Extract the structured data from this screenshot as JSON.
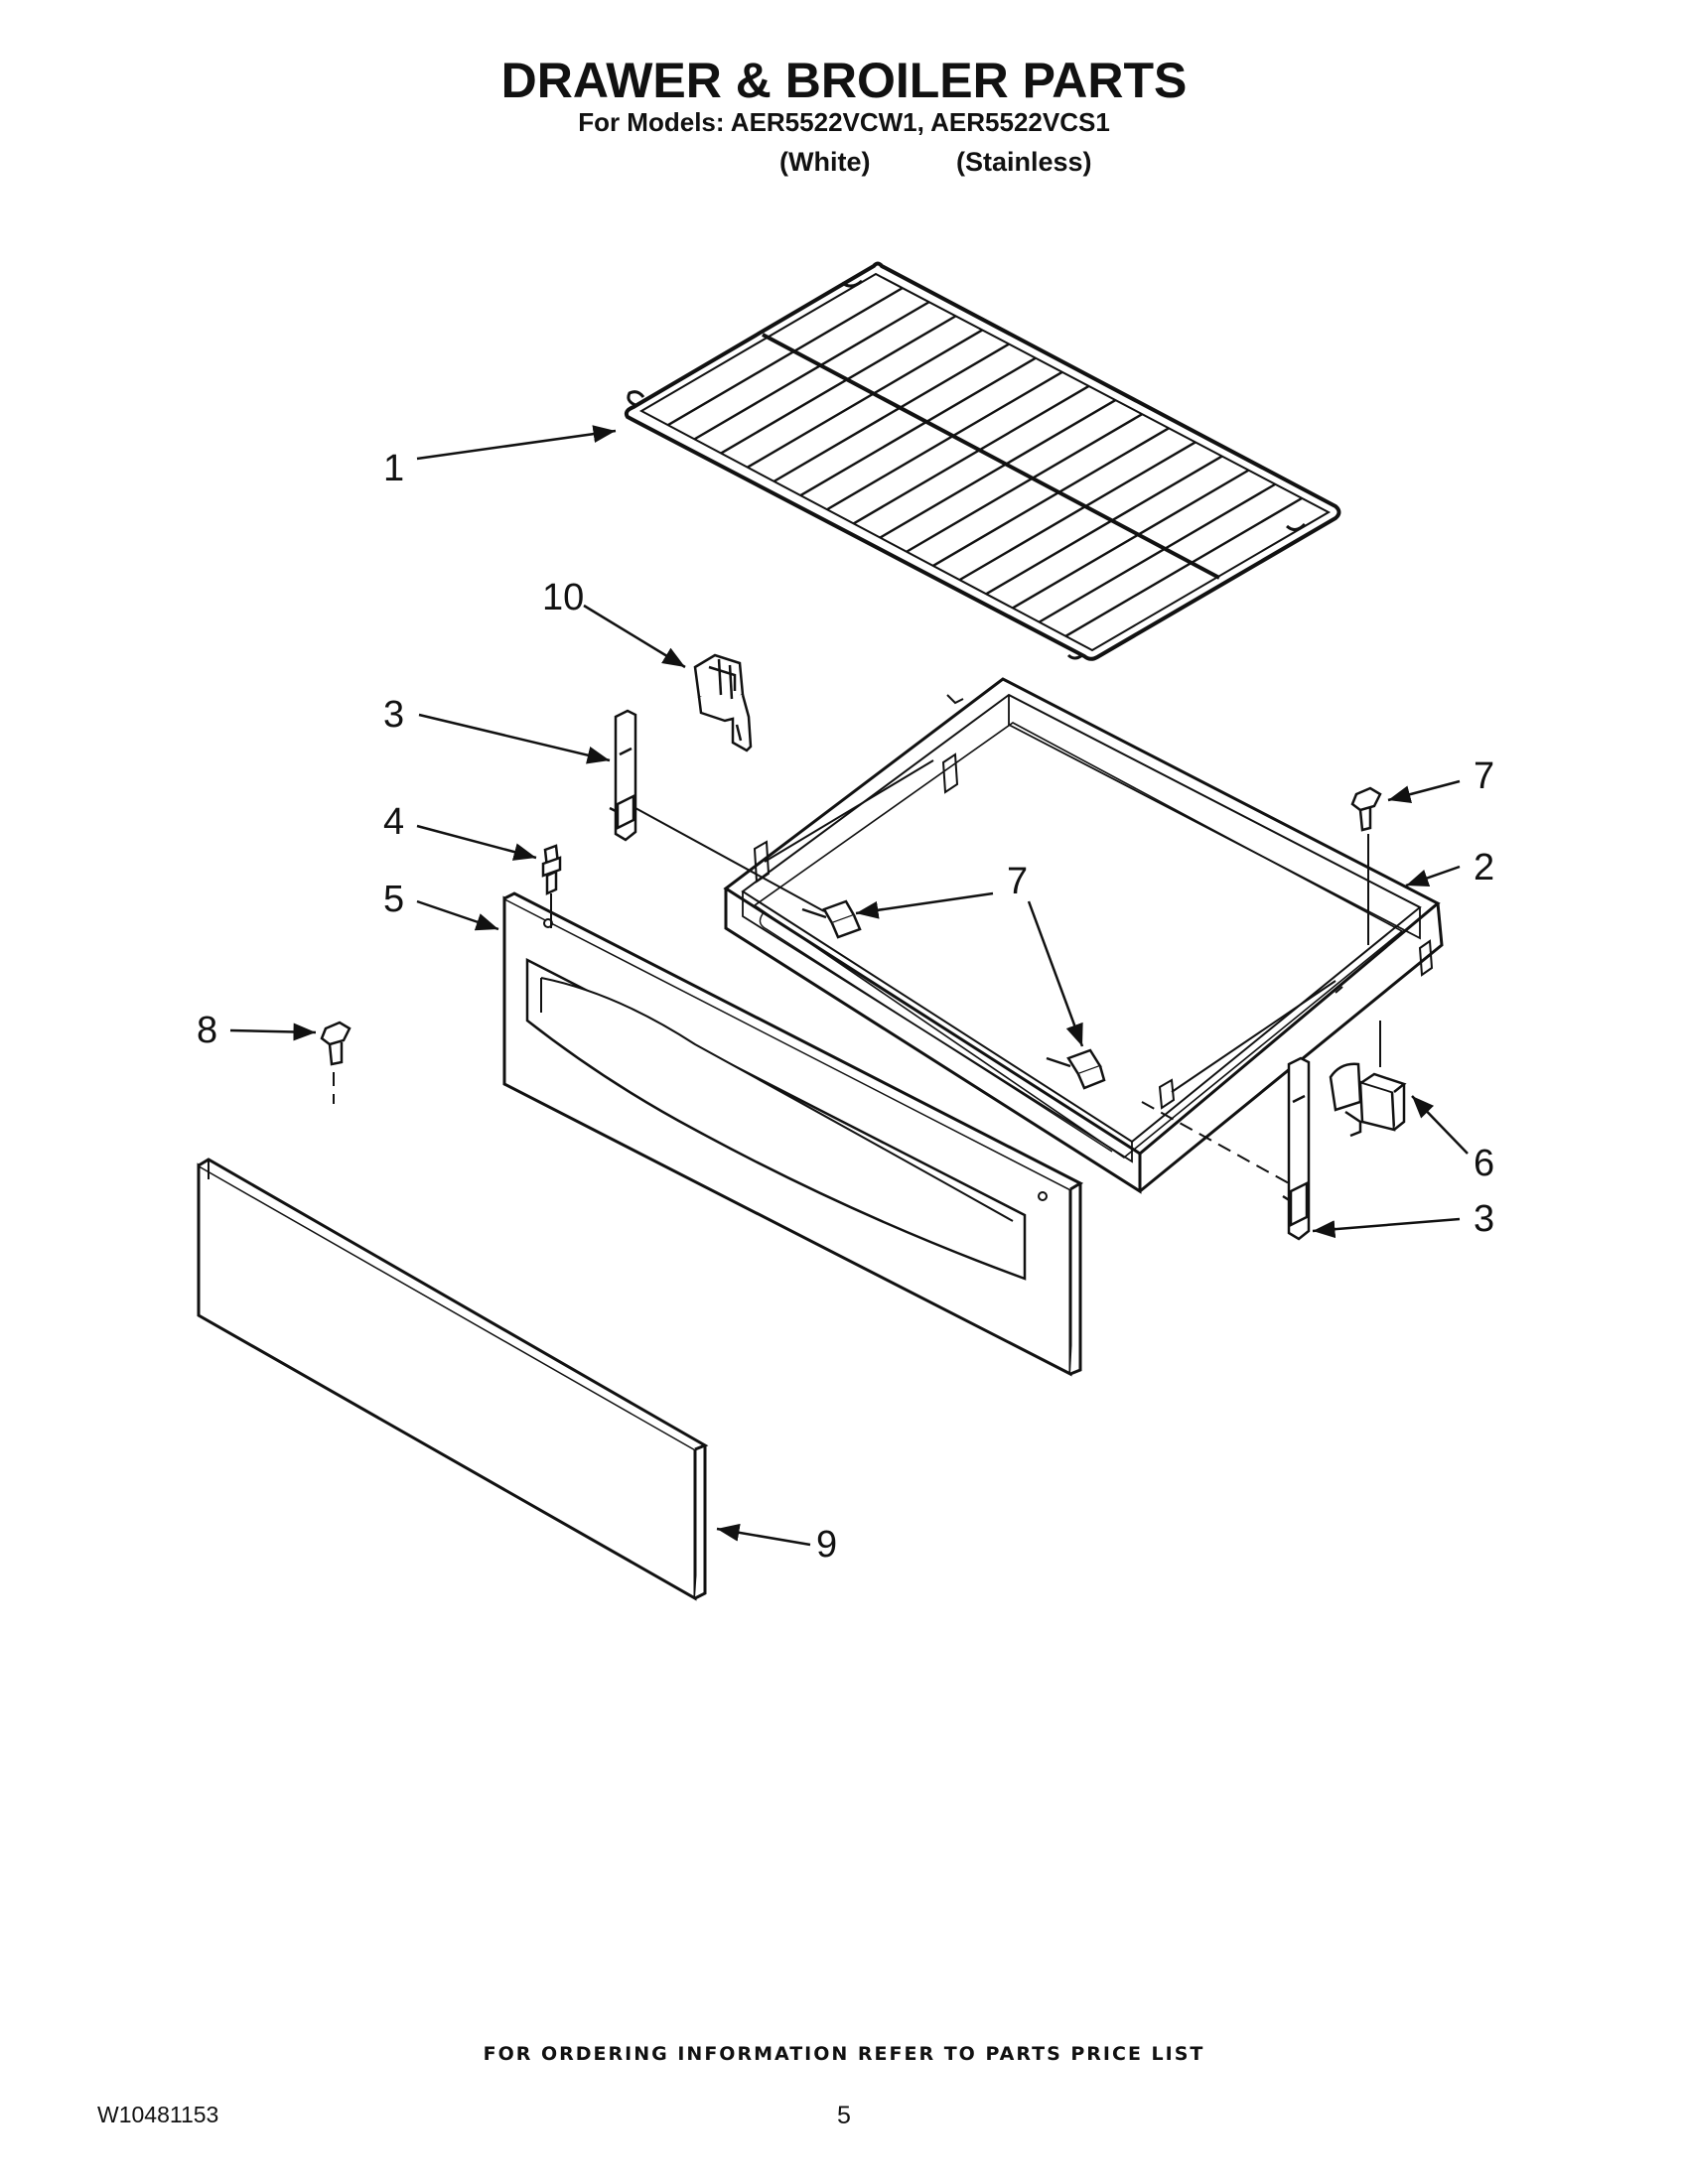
{
  "header": {
    "title": "DRAWER & BROILER PARTS",
    "models_line": "For Models: AER5522VCW1, AER5522VCS1",
    "variant_white": "(White)",
    "variant_stainless": "(Stainless)"
  },
  "callouts": {
    "c1": "1",
    "c2": "2",
    "c3a": "3",
    "c3b": "3",
    "c4": "4",
    "c5": "5",
    "c6": "6",
    "c7a": "7",
    "c7b": "7",
    "c8": "8",
    "c9": "9",
    "c10": "10"
  },
  "footer": {
    "note": "FOR ORDERING INFORMATION REFER TO PARTS PRICE LIST",
    "doc_number": "W10481153",
    "page_number": "5"
  }
}
